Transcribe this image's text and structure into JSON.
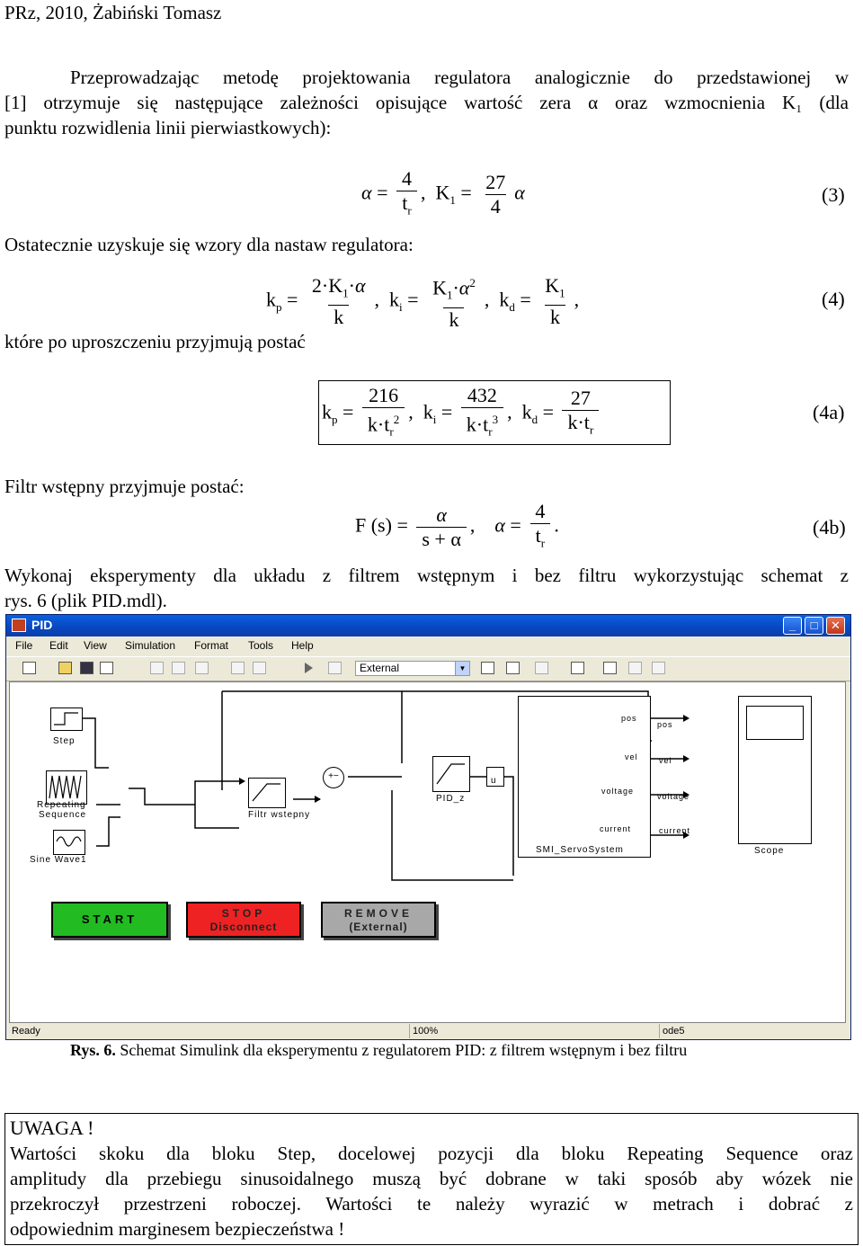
{
  "header": "PRz, 2010, Żabiński Tomasz",
  "intro": {
    "line1": "Przeprowadzając metodę projektowania regulatora analogicznie do przedstawionej w",
    "line2": "[1] otrzymuje się następujące zależności opisujące wartość zera α oraz wzmocnienia K₁ (dla",
    "line3": "punktu rozwidlenia linii pierwiastkowych):"
  },
  "eq3": {
    "alpha_num": "4",
    "alpha_den": "t",
    "alpha_den_sub": "r",
    "K1_num": "27",
    "K1_den": "4",
    "number": "(3)"
  },
  "text_final": "Ostatecznie uzyskuje się wzory dla nastaw regulatora:",
  "eq4": {
    "kp_num": "2·K",
    "kp_den": "k",
    "ki_den": "k",
    "kd_den": "k",
    "number": "(4)"
  },
  "text_simplified": "które po uproszczeniu przyjmują postać",
  "eq4a": {
    "kp_num": "216",
    "ki_num": "432",
    "kd_num": "27",
    "number": "(4a)"
  },
  "text_filter": "Filtr wstępny przyjmuje postać:",
  "eq4b": {
    "lhs": "F (s) =",
    "num": "α",
    "den": "s + α",
    "alpha_num": "4",
    "number": "(4b)"
  },
  "task": {
    "line1": "Wykonaj eksperymenty dla układu z filtrem wstępnym i bez filtru wykorzystując schemat z",
    "line2": "rys. 6 (plik PID.mdl)."
  },
  "window": {
    "title": "PID",
    "menu": [
      "File",
      "Edit",
      "View",
      "Simulation",
      "Format",
      "Tools",
      "Help"
    ],
    "mode": "External",
    "status": {
      "left": "Ready",
      "zoom": "100%",
      "right": "ode5"
    }
  },
  "diagram": {
    "step": "Step",
    "repeating1": "Repeating",
    "repeating2": "Sequence",
    "sine": "Sine Wave1",
    "filter": "Filtr wstepny",
    "pid": "PID_z",
    "u": "u",
    "smi": "SMI_ServoSystem",
    "scope": "Scope",
    "ports": [
      "pos",
      "vel",
      "voltage",
      "current"
    ],
    "scope_ports": [
      "pos",
      "vel",
      "voltage",
      "current"
    ],
    "start": "START",
    "stop1": "STOP",
    "stop2": "Disconnect",
    "remove1": "REMOVE",
    "remove2": "(External)"
  },
  "caption": {
    "bold": "Rys. 6.",
    "text": " Schemat Simulink dla eksperymentu z regulatorem PID: z filtrem wstępnym i bez filtru"
  },
  "warning": {
    "title": "UWAGA !",
    "line1": "Wartości skoku dla bloku Step, docelowej pozycji dla bloku Repeating Sequence oraz",
    "line2": "amplitudy dla przebiegu sinusoidalnego muszą być dobrane w taki sposób aby wózek nie",
    "line3": "przekroczył przestrzeni roboczej. Wartości te należy wyrazić w metrach i dobrać z",
    "line4": "odpowiednim marginesem bezpieczeństwa !"
  }
}
